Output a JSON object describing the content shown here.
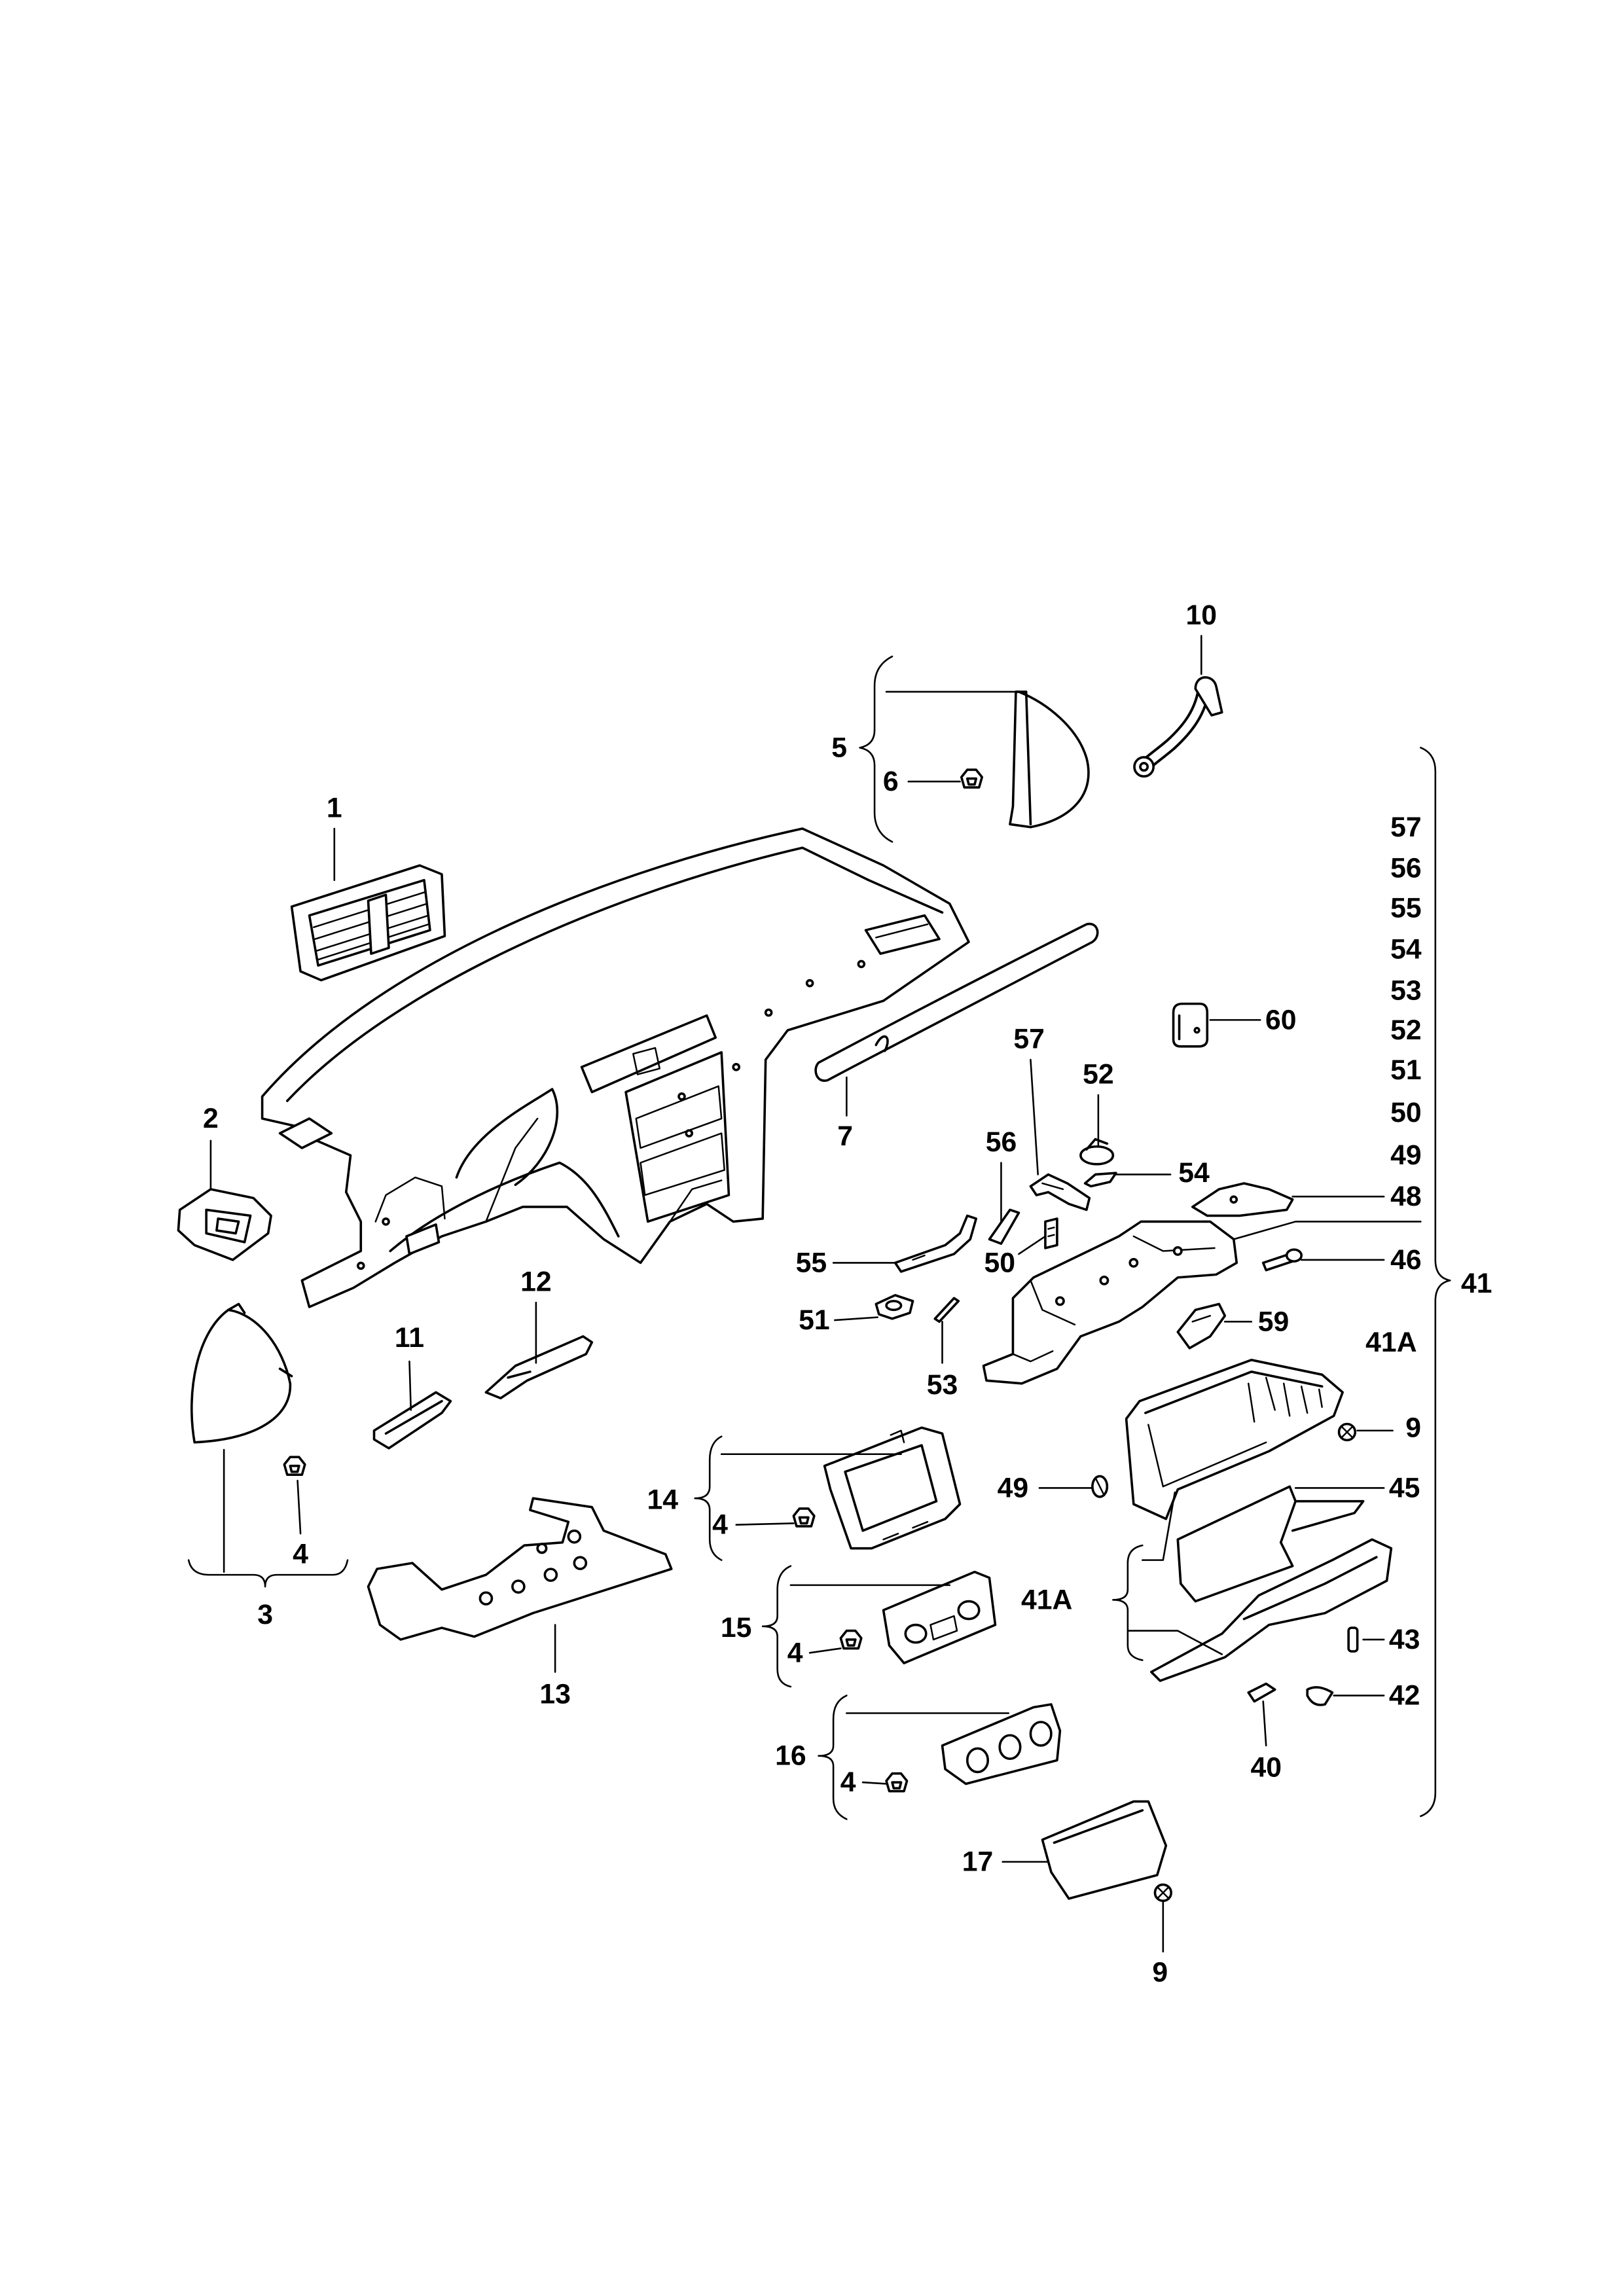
{
  "colors": {
    "line": "#000000",
    "background": "#ffffff"
  },
  "diagram": {
    "callouts": [
      "10",
      "5",
      "6",
      "1",
      "60",
      "57",
      "52",
      "7",
      "2",
      "56",
      "54",
      "55",
      "50",
      "46",
      "41",
      "12",
      "11",
      "51",
      "59",
      "41A",
      "53",
      "9",
      "49",
      "45",
      "14",
      "4",
      "4",
      "41A",
      "3",
      "15",
      "43",
      "4",
      "13",
      "42",
      "16",
      "40",
      "4",
      "17",
      "9"
    ],
    "part_list": [
      "57",
      "56",
      "55",
      "54",
      "53",
      "52",
      "51",
      "50",
      "49",
      "48"
    ]
  }
}
